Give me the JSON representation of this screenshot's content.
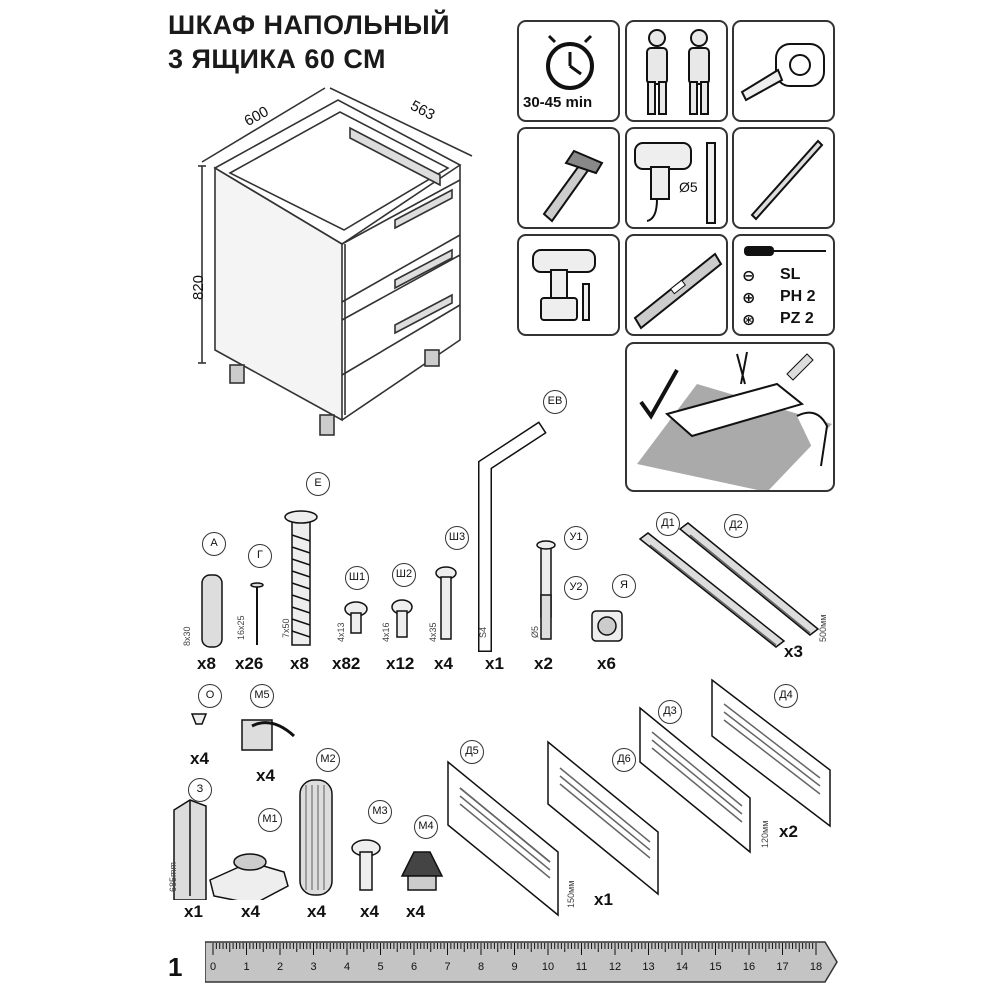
{
  "title": {
    "line1": "ШКАФ НАПОЛЬНЫЙ",
    "line2": "3 ЯЩИКА 60 СМ"
  },
  "cabinet": {
    "width": "600",
    "depth": "563",
    "height": "820"
  },
  "tools": {
    "time": "30-45 min",
    "drill_bit": "Ø5",
    "screwdrivers": [
      {
        "symbol": "⊖",
        "label": "SL"
      },
      {
        "symbol": "⊕",
        "label": "PH 2"
      },
      {
        "symbol": "⊛",
        "label": "PZ 2"
      }
    ]
  },
  "parts": [
    {
      "id": "A",
      "size": "8x30",
      "count": "x8"
    },
    {
      "id": "Г",
      "size": "16x25",
      "count": "x26"
    },
    {
      "id": "E",
      "size": "7x50",
      "count": "x8"
    },
    {
      "id": "Ш1",
      "size": "4x13",
      "count": "x82"
    },
    {
      "id": "Ш2",
      "size": "4x16",
      "count": "x12"
    },
    {
      "id": "Ш3",
      "size": "4x35",
      "count": "x4"
    },
    {
      "id": "EB",
      "size": "S4",
      "count": "x1"
    },
    {
      "id": "У1",
      "size": "",
      "count": ""
    },
    {
      "id": "У2",
      "size": "Ø5",
      "count": "x2"
    },
    {
      "id": "Я",
      "size": "",
      "count": "x6"
    },
    {
      "id": "Д1",
      "size": "",
      "count": ""
    },
    {
      "id": "Д2",
      "size": "500мм",
      "count": "x3"
    },
    {
      "id": "О",
      "size": "",
      "count": "x4"
    },
    {
      "id": "М5",
      "size": "",
      "count": "x4"
    },
    {
      "id": "М2",
      "size": "",
      "count": "x4"
    },
    {
      "id": "З",
      "size": "685mm",
      "count": "x1"
    },
    {
      "id": "М1",
      "size": "",
      "count": "x4"
    },
    {
      "id": "М3",
      "size": "",
      "count": "x4"
    },
    {
      "id": "М4",
      "size": "",
      "count": "x4"
    },
    {
      "id": "Д5",
      "size": "150мм",
      "count": ""
    },
    {
      "id": "Д6",
      "size": "",
      "count": "x1"
    },
    {
      "id": "Д3",
      "size": "120мм",
      "count": ""
    },
    {
      "id": "Д4",
      "size": "",
      "count": "x2"
    }
  ],
  "ruler": {
    "numbers": [
      "0",
      "1",
      "2",
      "3",
      "4",
      "5",
      "6",
      "7",
      "8",
      "9",
      "10",
      "11",
      "12",
      "13",
      "14",
      "15",
      "16",
      "17",
      "18"
    ]
  },
  "page_number": "1"
}
